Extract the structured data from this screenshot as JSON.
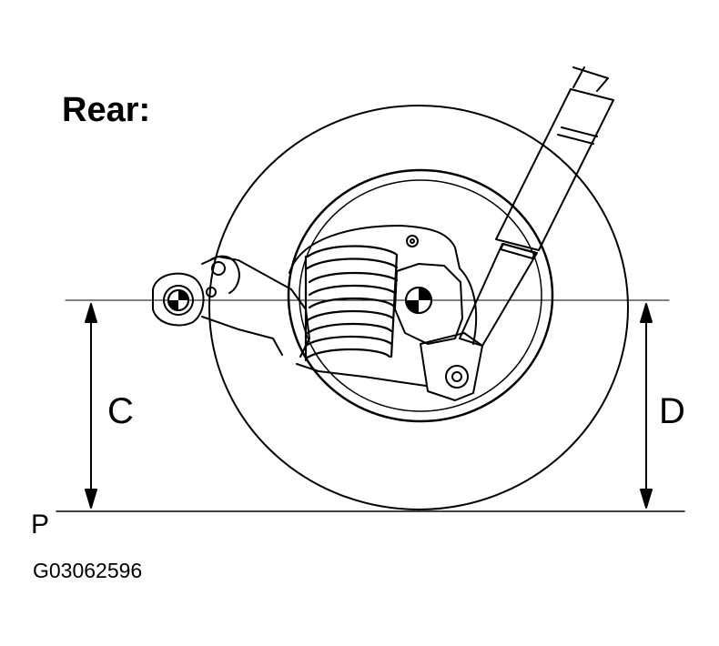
{
  "title": "Rear:",
  "labels": {
    "c": "C",
    "d": "D",
    "p": "P"
  },
  "figure_id": "G03062596",
  "colors": {
    "line": "#000000",
    "background": "#ffffff"
  }
}
